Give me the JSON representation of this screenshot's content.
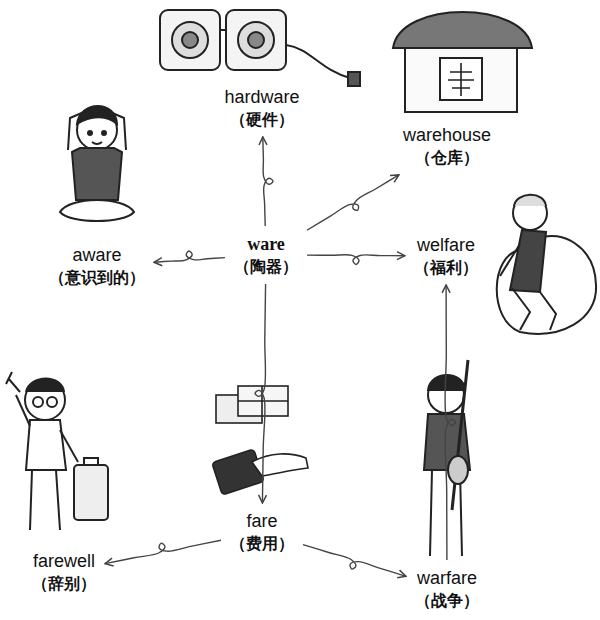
{
  "diagram": {
    "nodes": [
      {
        "text": [
          "hardware",
          "（硬件）"
        ]
      },
      {
        "text": [
          "warehouse",
          "（仓库）"
        ]
      },
      {
        "text": [
          "aware",
          "（意识到的）"
        ]
      },
      {
        "text": [
          "ware",
          "（陶器）"
        ]
      },
      {
        "text": [
          "welfare",
          "（福利）"
        ]
      },
      {
        "text": [
          "fare",
          "（费用）"
        ]
      },
      {
        "text": [
          "farewell",
          "（辞别）"
        ]
      },
      {
        "text": [
          "warfare",
          "（战争）"
        ]
      }
    ],
    "edges": [
      {
        "from": 3,
        "to": 0,
        "arrow": "to"
      },
      {
        "from": 3,
        "to": 1,
        "arrow": "to"
      },
      {
        "from": 3,
        "to": 2,
        "arrow": "to"
      },
      {
        "from": 3,
        "to": 4,
        "arrow": "to"
      },
      {
        "from": 3,
        "to": 5,
        "arrow": "to"
      },
      {
        "from": 5,
        "to": 6,
        "arrow": "to"
      },
      {
        "from": 5,
        "to": 7,
        "arrow": "to"
      },
      {
        "from": 7,
        "to": 4,
        "arrow": "to"
      }
    ]
  }
}
